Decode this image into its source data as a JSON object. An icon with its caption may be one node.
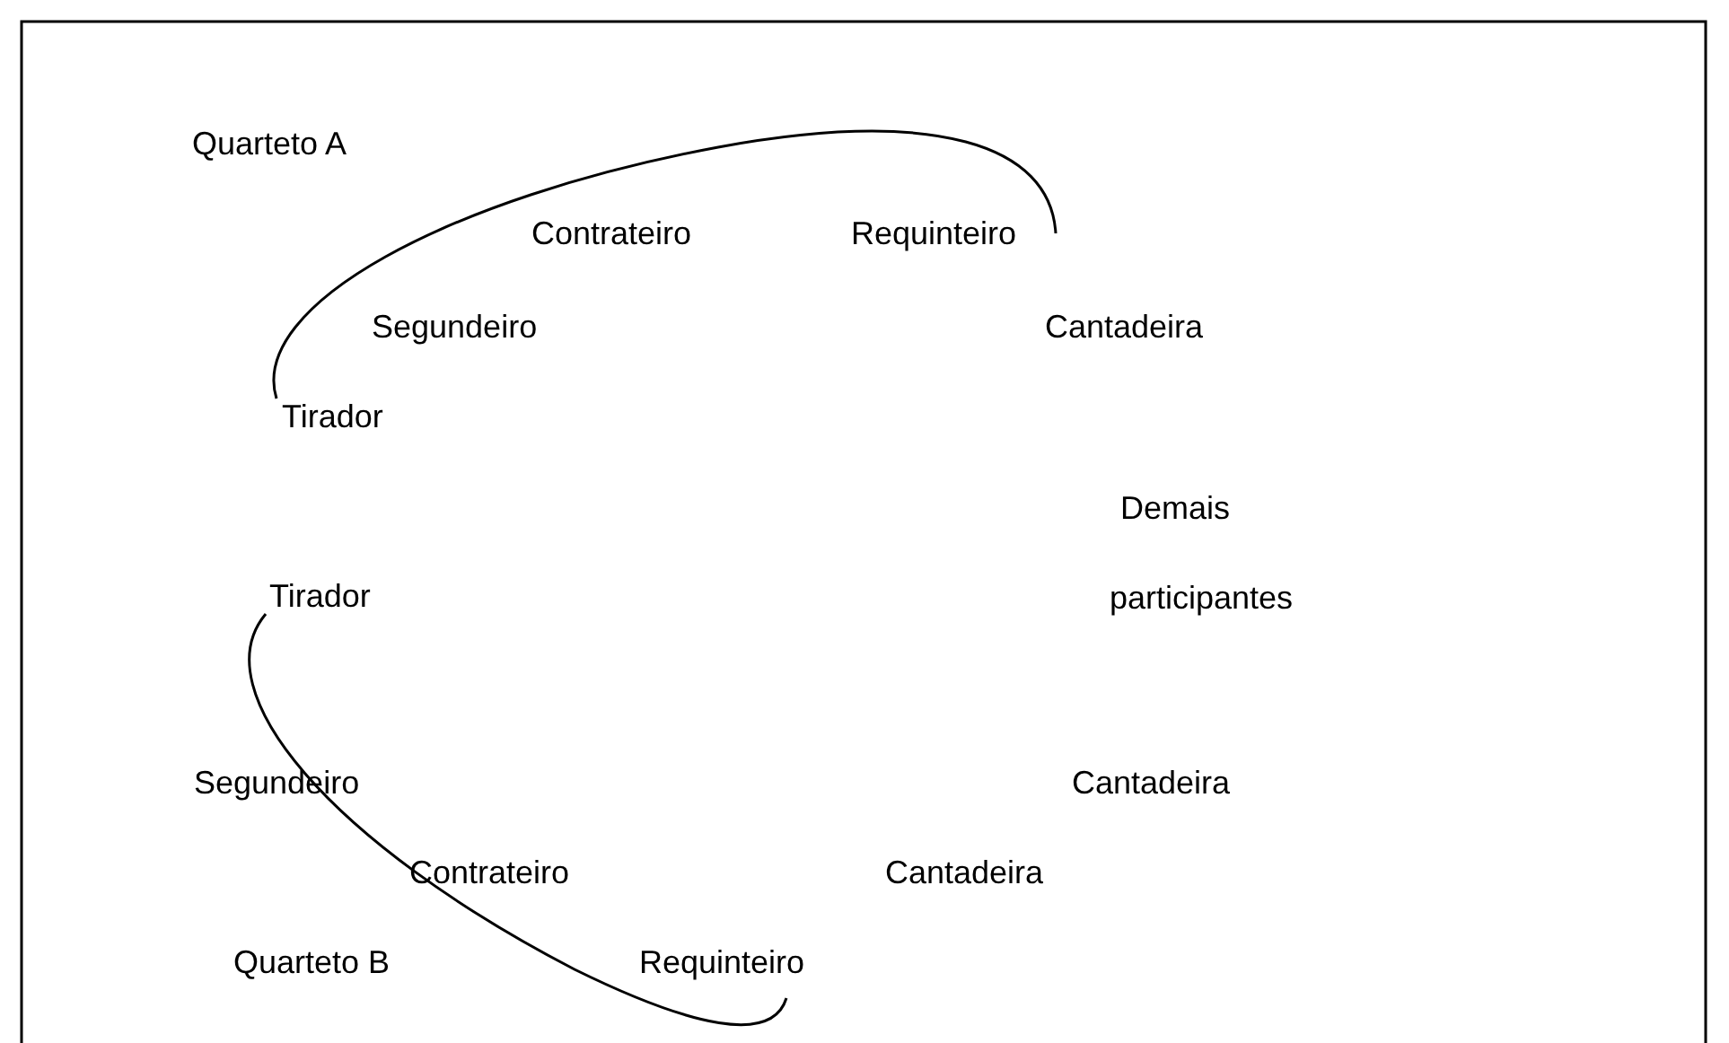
{
  "diagram": {
    "labels": [
      "Quarteto A",
      "Contrateiro",
      "Requinteiro",
      "Segundeiro",
      "Cantadeira",
      "Tirador",
      "Demais participantes",
      "Tirador",
      "Segundeiro",
      "Cantadeira",
      "Contrateiro",
      "Cantadeira",
      "Quarteto B",
      "Requinteiro"
    ]
  }
}
